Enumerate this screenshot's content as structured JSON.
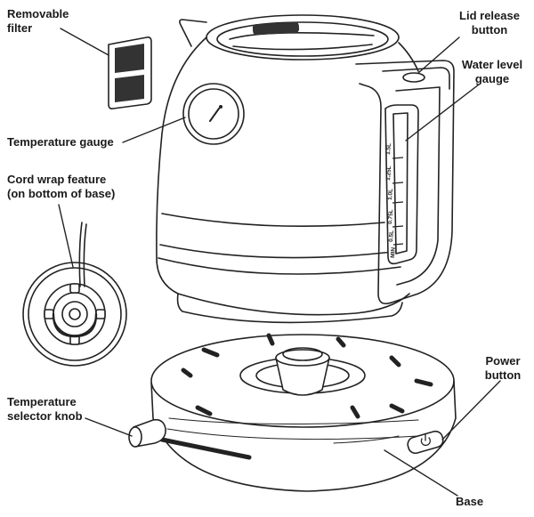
{
  "colors": {
    "ink": "#222222",
    "paper": "#ffffff",
    "screen": "#333333"
  },
  "labels": {
    "removable_filter": "Removable\nfilter",
    "lid_release_button": "Lid release\nbutton",
    "water_level_gauge": "Water level\ngauge",
    "temperature_gauge": "Temperature gauge",
    "cord_wrap_feature": "Cord wrap feature\n(on bottom of base)",
    "temperature_selector_knob": "Temperature\nselector knob",
    "power_button": "Power\nbutton",
    "base": "Base"
  },
  "gauge_marks": [
    "1.5L",
    "1.25L",
    "1.0L",
    "0.75L",
    "0.5L",
    "MIN"
  ],
  "icons": {
    "power": "power-icon"
  }
}
